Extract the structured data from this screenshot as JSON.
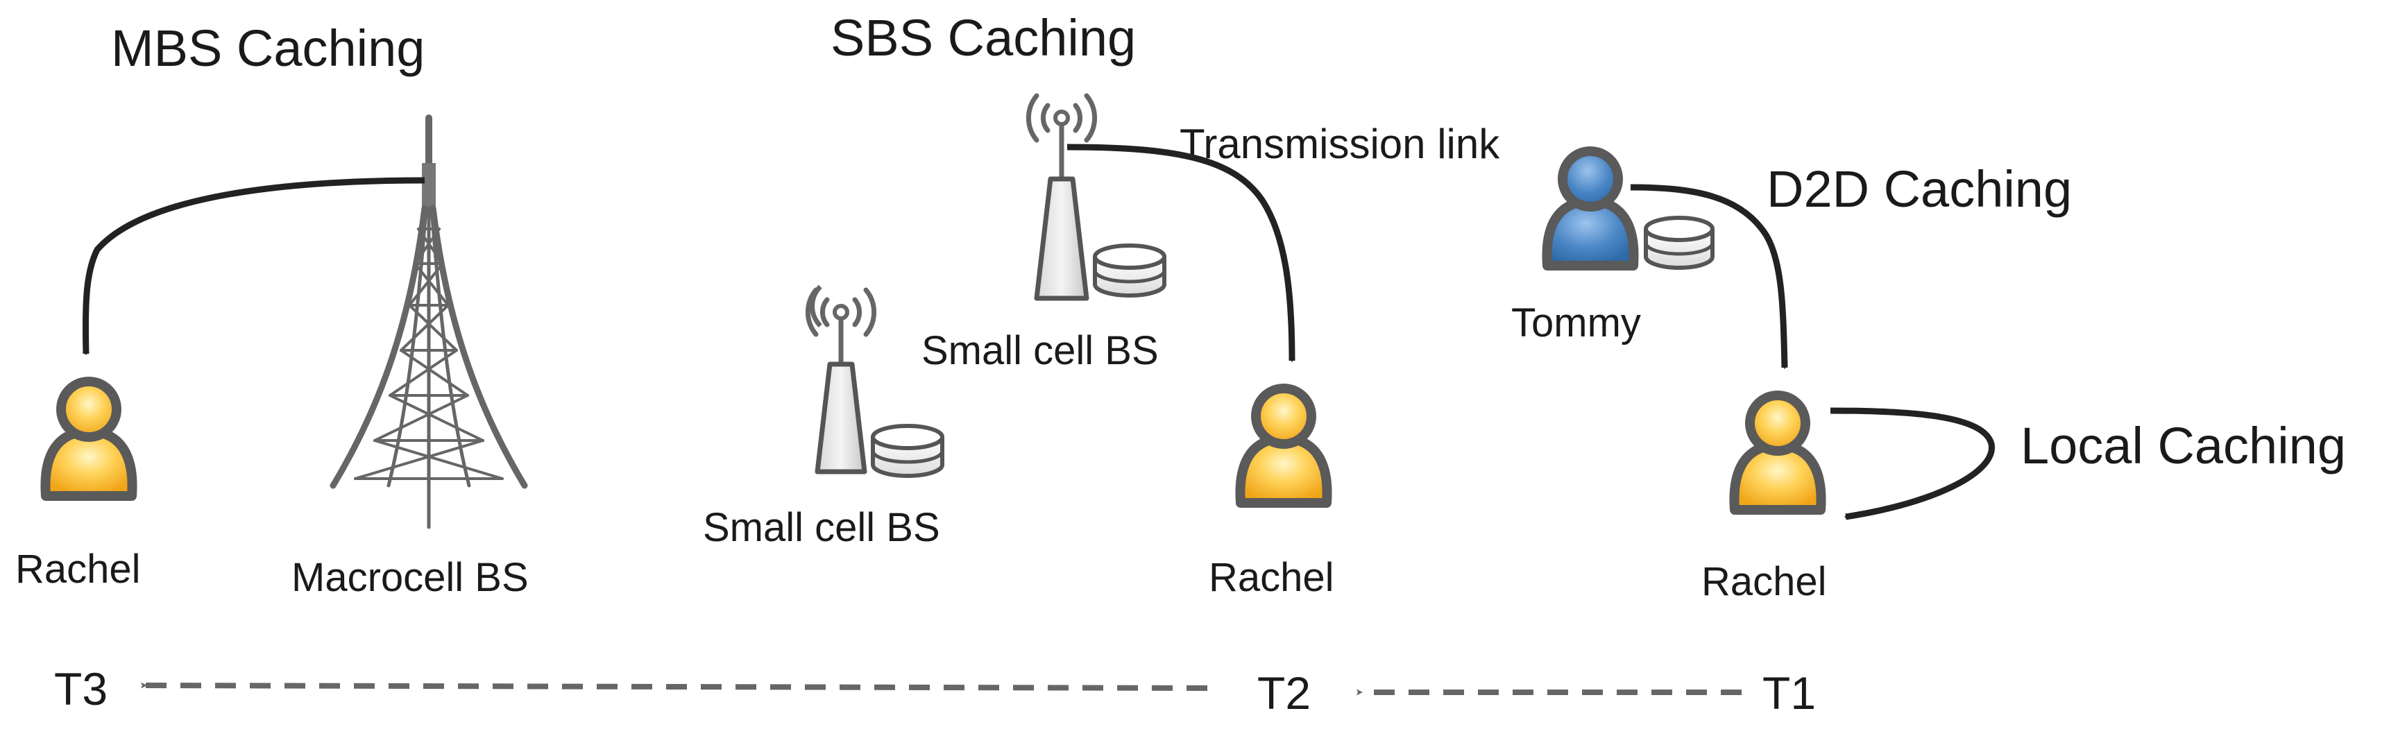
{
  "titles": {
    "mbs": "MBS Caching",
    "sbs": "SBS Caching",
    "d2d": "D2D Caching",
    "local": "Local Caching"
  },
  "labels": {
    "rachel_mbs": "Rachel",
    "macrocell": "Macrocell BS",
    "small_cell_left": "Small cell BS",
    "small_cell_top": "Small cell BS",
    "rachel_sbs": "Rachel",
    "transmission_link": "Transmission link",
    "tommy": "Tommy",
    "rachel_local": "Rachel"
  },
  "timeline": {
    "t1": "T1",
    "t2": "T2",
    "t3": "T3"
  },
  "colors": {
    "user_yellow": "#f5b82e",
    "user_blue": "#4a86c5",
    "outline": "#5a5a5a",
    "arrow": "#222222",
    "timeline": "#666666"
  }
}
